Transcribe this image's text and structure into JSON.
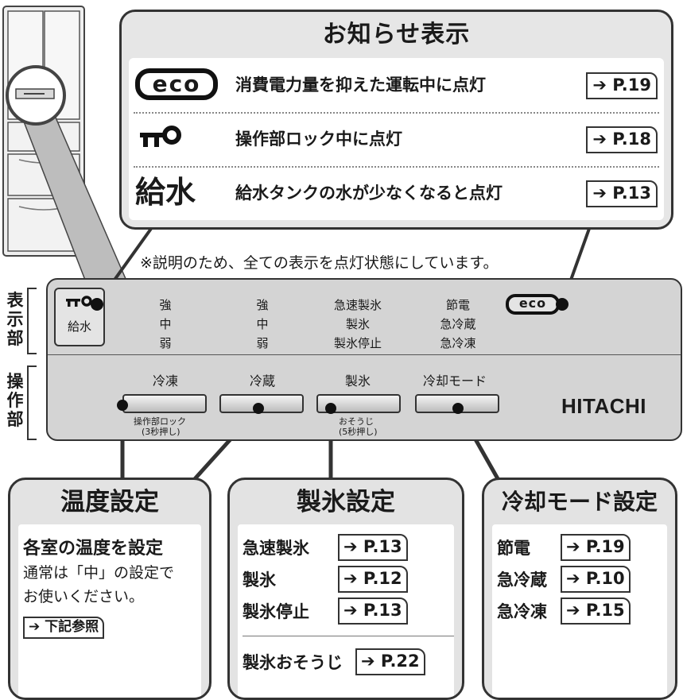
{
  "notice": {
    "title": "お知らせ表示",
    "rows": [
      {
        "symbol": "eco",
        "text": "消費電力量を抑えた運転中に点灯",
        "ref": "➔ P.19"
      },
      {
        "symbol": "key",
        "text": "操作部ロック中に点灯",
        "ref": "➔ P.18"
      },
      {
        "symbol": "給水",
        "text": "給水タンクの水が少なくなると点灯",
        "ref": "➔ P.13"
      }
    ]
  },
  "note": "※説明のため、全ての表示を点灯状態にしています。",
  "side_labels": {
    "display": "表示部",
    "operation": "操作部"
  },
  "panel": {
    "lock_label": "給水",
    "eco_label": "eco",
    "indicators": [
      [
        "強",
        "中",
        "弱"
      ],
      [
        "強",
        "中",
        "弱"
      ],
      [
        "急速製氷",
        "製氷",
        "製氷停止"
      ],
      [
        "節電",
        "急冷蔵",
        "急冷凍"
      ]
    ],
    "buttons": [
      "冷凍",
      "冷蔵",
      "製氷",
      "冷却モード"
    ],
    "subnote_lock": [
      "操作部ロック",
      "(3秒押し)"
    ],
    "subnote_clean": [
      "おそうじ",
      "(5秒押し)"
    ],
    "brand": "HITACHI"
  },
  "temp_box": {
    "title": "温度設定",
    "heading": "各室の温度を設定",
    "line1": "通常は「中」の設定で",
    "line2": "お使いください。",
    "ref": "➔ 下記参照"
  },
  "ice_box": {
    "title": "製氷設定",
    "rows": [
      {
        "label": "急速製氷",
        "ref": "➔ P.13"
      },
      {
        "label": "製氷",
        "ref": "➔ P.12"
      },
      {
        "label": "製氷停止",
        "ref": "➔ P.13"
      }
    ],
    "extra": {
      "label": "製氷おそうじ",
      "ref": "➔ P.22"
    }
  },
  "cool_box": {
    "title": "冷却モード設定",
    "rows": [
      {
        "label": "節電",
        "ref": "➔ P.19"
      },
      {
        "label": "急冷蔵",
        "ref": "➔ P.10"
      },
      {
        "label": "急冷凍",
        "ref": "➔ P.15"
      }
    ]
  },
  "colors": {
    "panel": "#d4d4d4",
    "title_bg": "#e3e3e3",
    "stroke": "#333333"
  }
}
